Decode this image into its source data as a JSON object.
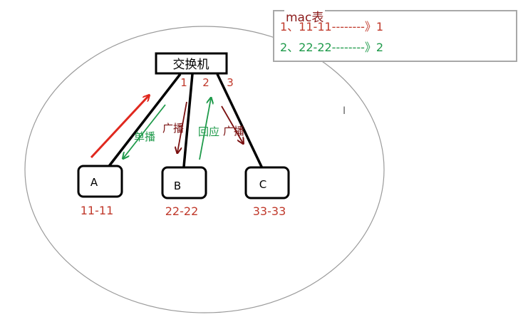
{
  "switch": {
    "label": "交换机"
  },
  "ports": [
    "1",
    "2",
    "3"
  ],
  "hosts": [
    {
      "name": "A",
      "mac": "11-11"
    },
    {
      "name": "B",
      "mac": "22-22"
    },
    {
      "name": "C",
      "mac": "33-33"
    }
  ],
  "annotations": {
    "unicast": "单播",
    "broadcast_b": "广播",
    "reply": "回应",
    "broadcast_c": "广播"
  },
  "mac_table": {
    "title": "mac表",
    "rows": [
      "1、11-11--------》1",
      "2、22-22--------》2"
    ]
  },
  "colors": {
    "red": "#e0281e",
    "dark_red": "#7a1010",
    "green": "#1e9a4a",
    "port_label": "#c0392b",
    "mac_label": "#c0392b"
  }
}
